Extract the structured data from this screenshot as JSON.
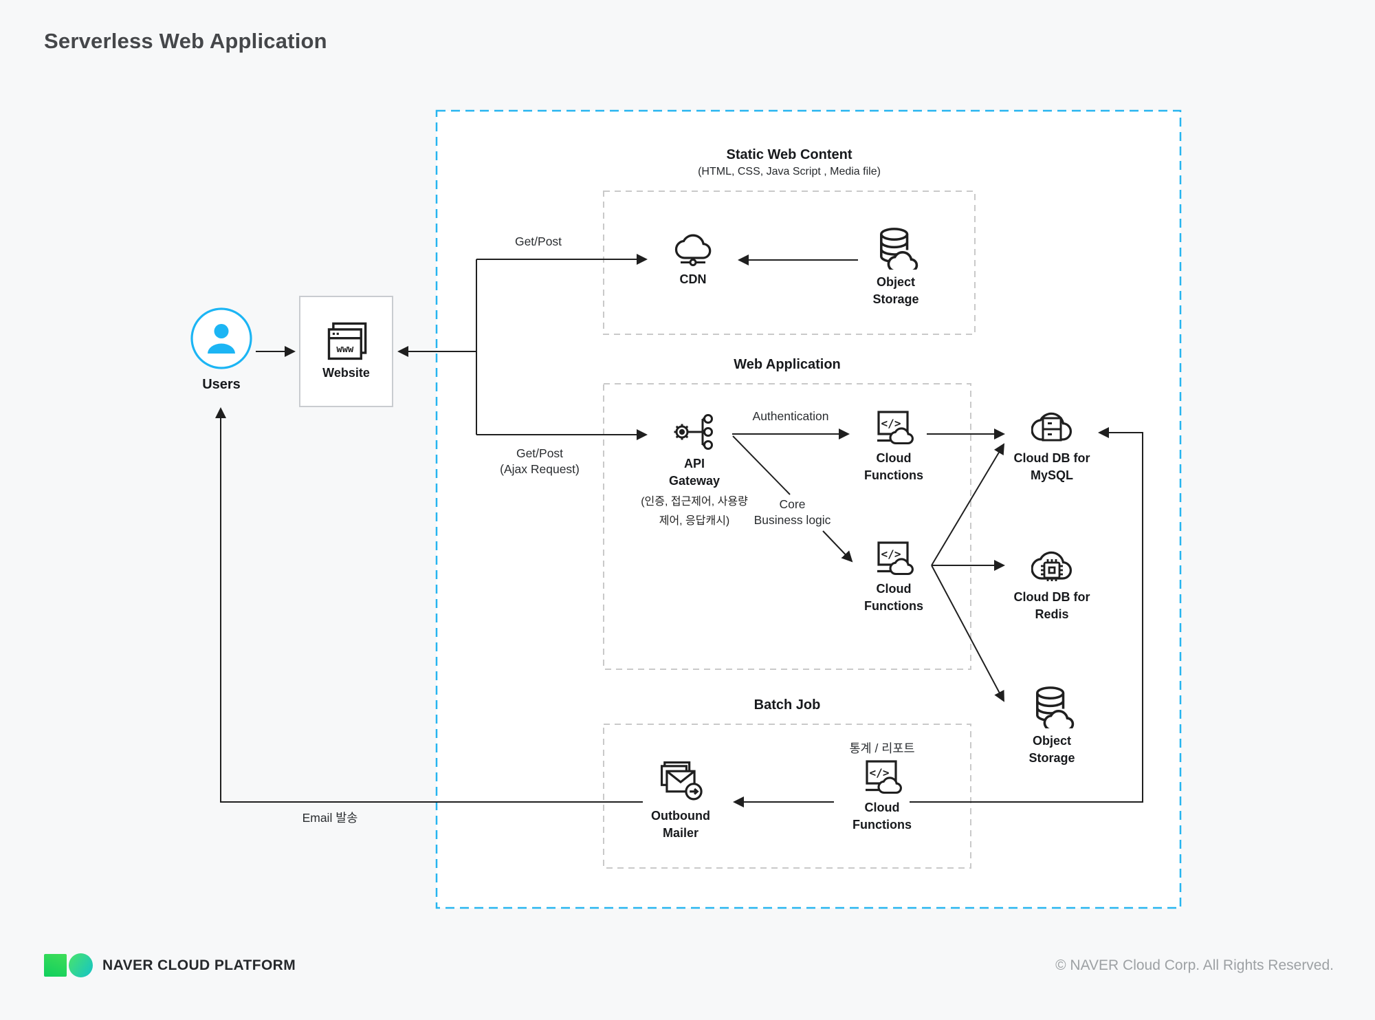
{
  "page": {
    "title": "Serverless Web Application",
    "background_color": "#f7f8f9",
    "accent_blue": "#27b5f0",
    "users_blue": "#1cb5f4",
    "line_color": "#1f1f1f",
    "logo_green": "#10cf5e",
    "logo_teal": "#14c3c8"
  },
  "groups": {
    "static_web": {
      "title": "Static Web Content",
      "subtitle": "(HTML, CSS, Java Script , Media file)"
    },
    "web_app": {
      "title": "Web Application"
    },
    "batch": {
      "title": "Batch Job"
    }
  },
  "nodes": {
    "users": {
      "label": "Users"
    },
    "website": {
      "label": "Website",
      "icon_text": "www"
    },
    "cdn": {
      "label": "CDN"
    },
    "object_storage_static": {
      "label": "Object Storage"
    },
    "api_gateway": {
      "label": "API Gateway",
      "description": "(인증, 접근제어, 사용량제어, 응답캐시)"
    },
    "cloud_functions_auth": {
      "label": "Cloud Functions",
      "icon_text": "</>"
    },
    "cloud_functions_core": {
      "label": "Cloud Functions",
      "icon_text": "</>"
    },
    "cloud_db_mysql": {
      "label": "Cloud DB for MySQL"
    },
    "cloud_db_redis": {
      "label": "Cloud DB for Redis"
    },
    "object_storage_batch": {
      "label": "Object Storage"
    },
    "outbound_mailer": {
      "label": "Outbound Mailer"
    },
    "cloud_functions_batch": {
      "label": "Cloud Functions",
      "icon_text": "</>"
    }
  },
  "edge_labels": {
    "get_post": "Get/Post",
    "get_post_ajax_line1": "Get/Post",
    "get_post_ajax_line2": "(Ajax Request)",
    "authentication": "Authentication",
    "core_line1": "Core",
    "core_line2": "Business logic",
    "email": "Email 발송",
    "stats_report": "통계 / 리포트"
  },
  "footer": {
    "brand_bold": "NAVER",
    "brand_rest": "CLOUD PLATFORM",
    "copyright": "© NAVER Cloud Corp. All Rights Reserved."
  }
}
